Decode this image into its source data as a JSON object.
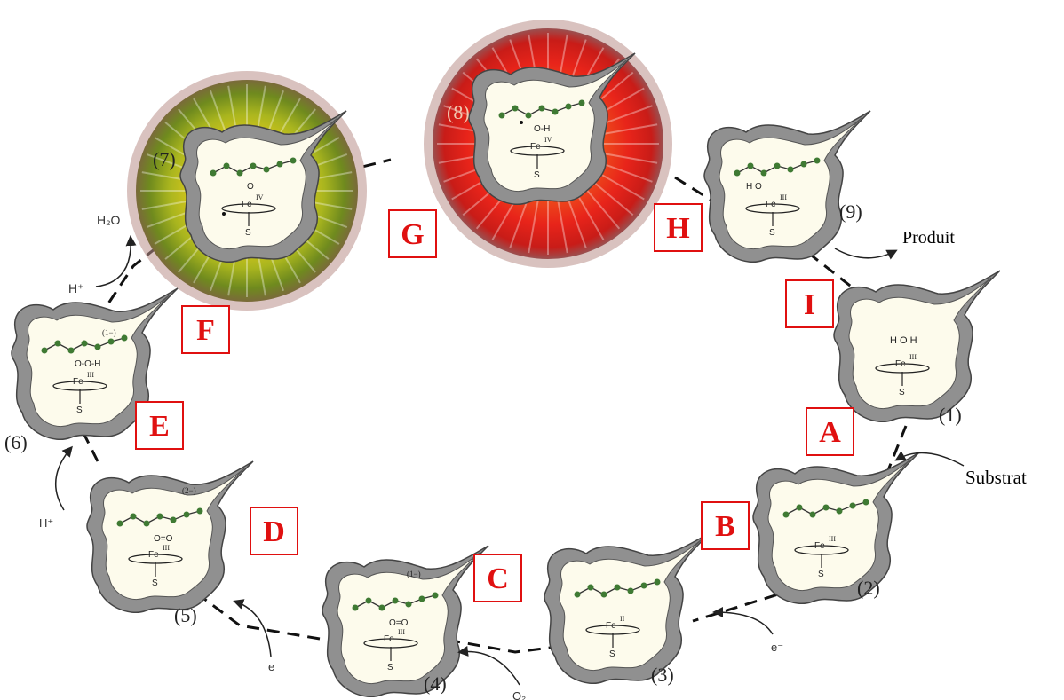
{
  "step_letters": [
    "A",
    "B",
    "C",
    "D",
    "E",
    "F",
    "G",
    "H",
    "I"
  ],
  "species": [
    "(1)",
    "(2)",
    "(3)",
    "(4)",
    "(5)",
    "(6)",
    "(7)",
    "(8)",
    "(9)"
  ],
  "reactants": {
    "substrate": "Substrat",
    "product": "Produit",
    "e1": "e⁻",
    "e2": "e⁻",
    "o2": "O₂",
    "h1": "H⁺",
    "h2": "H⁺",
    "water": "H₂O"
  },
  "fe_states": [
    "III",
    "III",
    "II",
    "III",
    "III",
    "III",
    "IV",
    "IV",
    "III"
  ],
  "ligand_charges": {
    "c4": "(1−)",
    "c5": "(2−)",
    "c6": "(1−)"
  },
  "atoms": {
    "fe": "Fe",
    "s": "S",
    "h": "H",
    "o": "O"
  },
  "colors": {
    "box_red": "#e01010",
    "chain_green": "#3f7a33",
    "pocket_fill": "#fdfbec",
    "pocket_border": "#8a8a8a",
    "glow_green": "#8aa51c",
    "glow_red": "#e8261a"
  }
}
